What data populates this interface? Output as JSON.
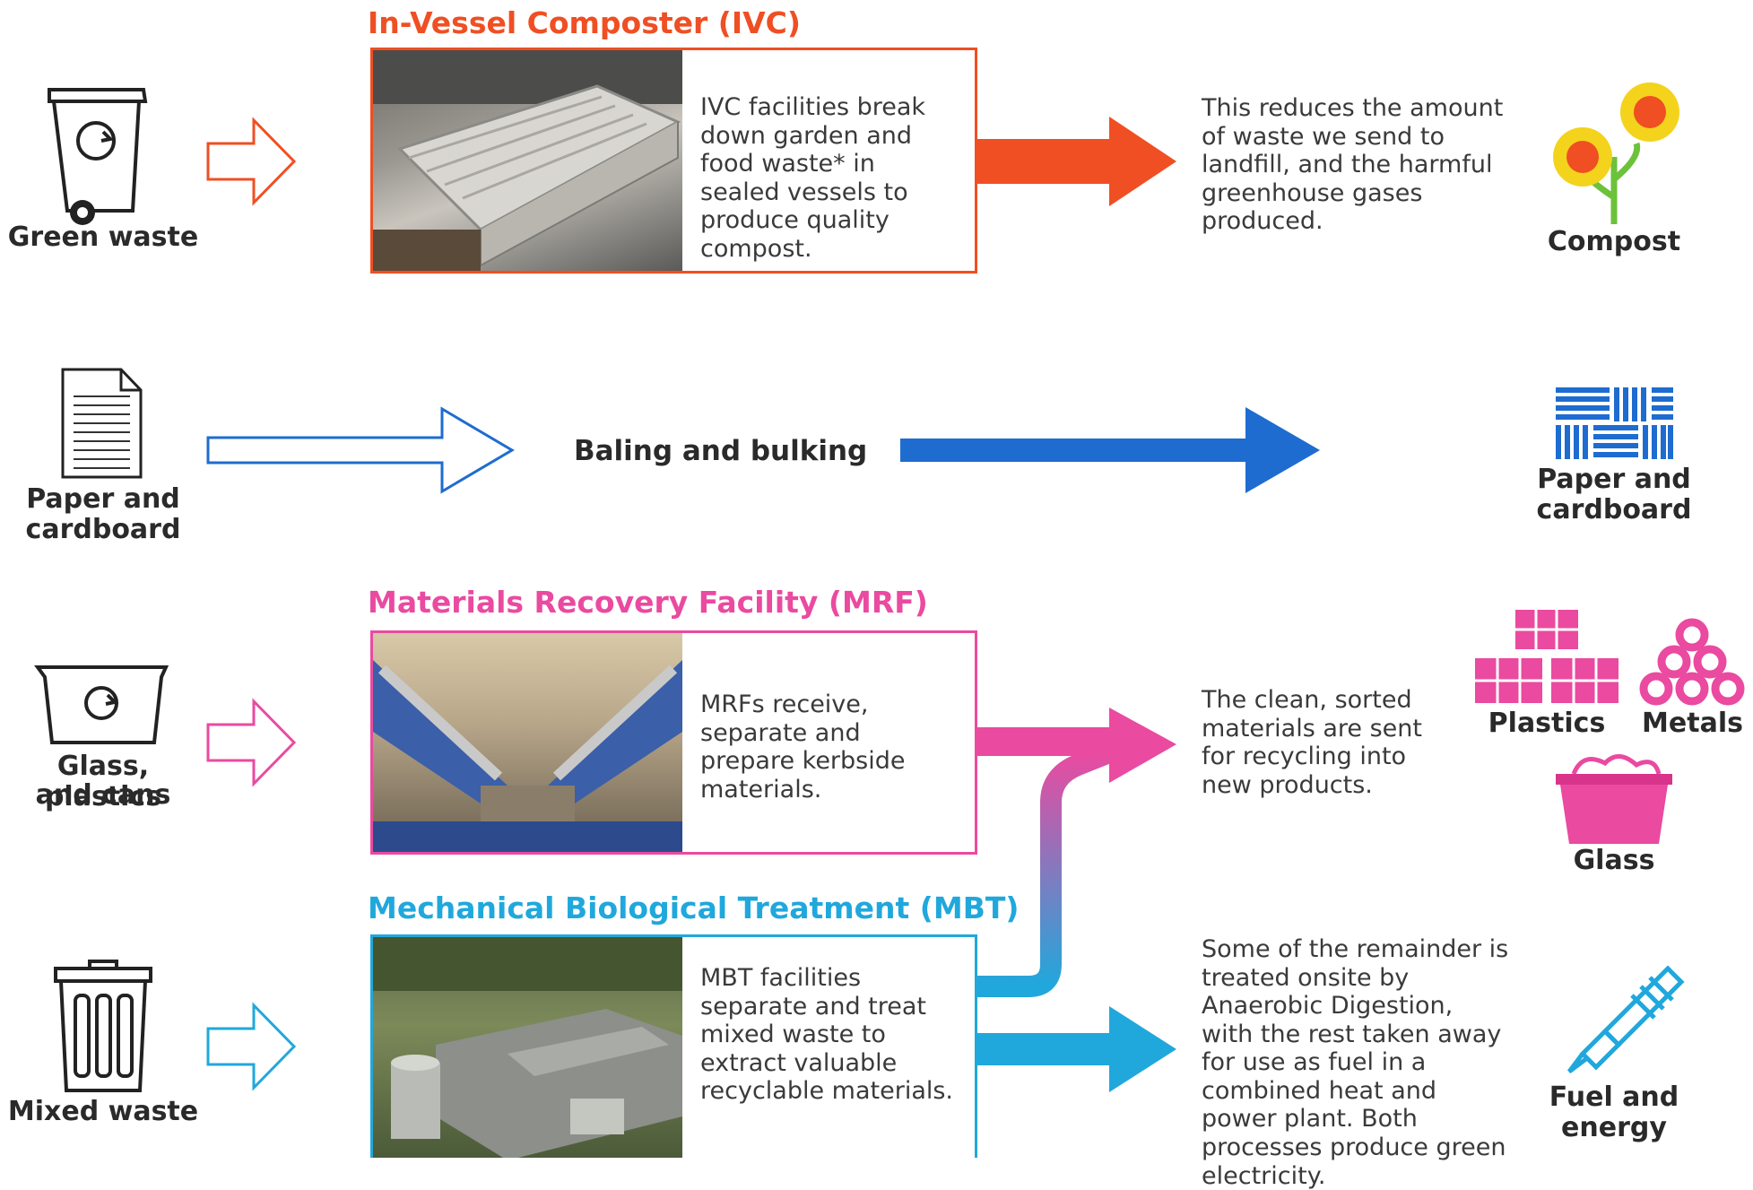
{
  "colors": {
    "ivc": "#ef4f23",
    "paper": "#1e6cd0",
    "mrf": "#ea4aa0",
    "mbt": "#20a8dc",
    "text": "#2a2a2a"
  },
  "icons": {
    "green_waste": "wheelie-bin-icon",
    "paper_in": "paper-document-icon",
    "glass_plastics": "recycle-box-icon",
    "mixed_waste": "dustbin-icon",
    "compost": "sunflower-icon",
    "paper_out": "paper-bale-icon",
    "plastics": "plastic-bricks-icon",
    "metals": "metal-rings-icon",
    "glass": "glass-tub-icon",
    "fuel": "light-bulb-icon"
  },
  "inputs": {
    "green_waste": "Green waste",
    "paper_line1": "Paper and",
    "paper_line2": "cardboard",
    "glass_line1": "Glass, plastics",
    "glass_line2": "and cans",
    "mixed_waste": "Mixed waste"
  },
  "ivc": {
    "heading": "In-Vessel Composter (IVC)",
    "description": "IVC facilities break down garden and food waste* in sealed vessels to produce quality compost.",
    "result": "This reduces the amount of waste we send to landfill, and the harmful greenhouse gases produced."
  },
  "paper": {
    "process": "Baling and bulking"
  },
  "mrf": {
    "heading": "Materials Recovery Facility (MRF)",
    "description": "MRFs receive, separate and prepare kerbside materials.",
    "result": "The clean, sorted materials are sent for recycling into new products."
  },
  "mbt": {
    "heading": "Mechanical Biological Treatment (MBT)",
    "description": "MBT facilities separate and treat mixed waste to extract valuable recyclable materials.",
    "result": "Some of the remainder is treated onsite by Anaerobic Digestion, with the rest taken away for use as fuel in a combined heat and power plant. Both processes produce green electricity."
  },
  "outputs": {
    "compost": "Compost",
    "paper_line1": "Paper and",
    "paper_line2": "cardboard",
    "plastics": "Plastics",
    "metals": "Metals",
    "glass": "Glass",
    "fuel_line1": "Fuel and",
    "fuel_line2": "energy"
  }
}
